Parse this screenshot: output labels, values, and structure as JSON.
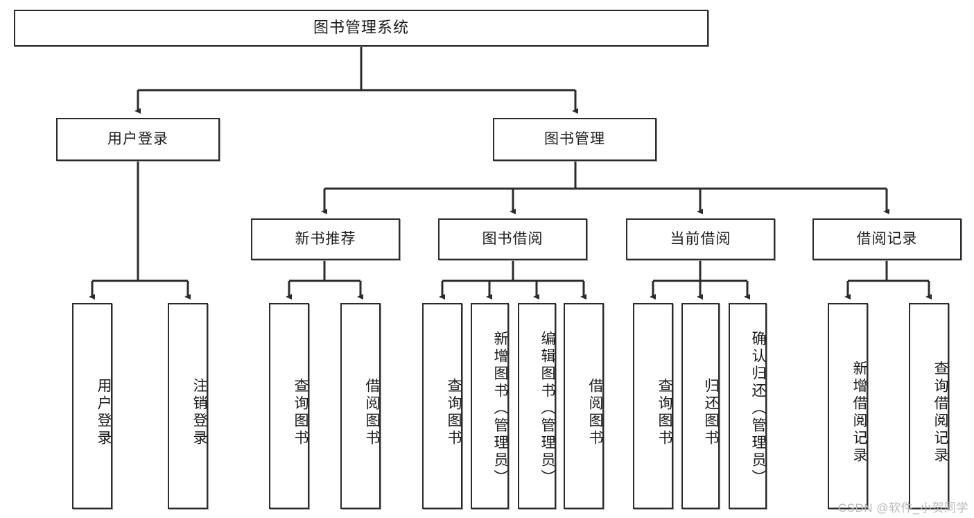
{
  "diagram": {
    "title": "图书管理系统",
    "type": "tree",
    "watermark": "CSDN @软件_小贺同学",
    "colors": {
      "box_border": "#2b2b2b",
      "box_fill": "#ffffff",
      "line": "#2b2b2b",
      "text": "#1a1a1a",
      "watermark": "#b9b9b9"
    },
    "nodes": {
      "root": {
        "label": "图书管理系统"
      },
      "level2": [
        {
          "id": "user-login",
          "label": "用户登录"
        },
        {
          "id": "book-manage",
          "label": "图书管理"
        }
      ],
      "level3": [
        {
          "id": "new-book-recommend",
          "label": "新书推荐"
        },
        {
          "id": "book-borrow",
          "label": "图书借阅"
        },
        {
          "id": "current-borrow",
          "label": "当前借阅"
        },
        {
          "id": "borrow-record",
          "label": "借阅记录"
        }
      ],
      "leaves": [
        {
          "id": "leaf-user-login",
          "label": "用户登录",
          "parent": "user-login"
        },
        {
          "id": "leaf-logout-login",
          "label": "注销登录",
          "parent": "user-login"
        },
        {
          "id": "leaf-query-book-1",
          "label": "查询图书",
          "parent": "new-book-recommend"
        },
        {
          "id": "leaf-borrow-book-1",
          "label": "借阅图书",
          "parent": "new-book-recommend"
        },
        {
          "id": "leaf-query-book-2",
          "label": "查询图书",
          "parent": "book-borrow"
        },
        {
          "id": "leaf-add-book",
          "label": "新增图书（管理员）",
          "parent": "book-borrow"
        },
        {
          "id": "leaf-edit-book",
          "label": "编辑图书（管理员）",
          "parent": "book-borrow"
        },
        {
          "id": "leaf-borrow-book-2",
          "label": "借阅图书",
          "parent": "book-borrow"
        },
        {
          "id": "leaf-query-book-3",
          "label": "查询图书",
          "parent": "current-borrow"
        },
        {
          "id": "leaf-return-book",
          "label": "归还图书",
          "parent": "current-borrow"
        },
        {
          "id": "leaf-confirm-return",
          "label": "确认归还（管理员）",
          "parent": "current-borrow"
        },
        {
          "id": "leaf-add-record",
          "label": "新增借阅记录",
          "parent": "borrow-record"
        },
        {
          "id": "leaf-query-record",
          "label": "查询借阅记录",
          "parent": "borrow-record"
        }
      ]
    }
  }
}
